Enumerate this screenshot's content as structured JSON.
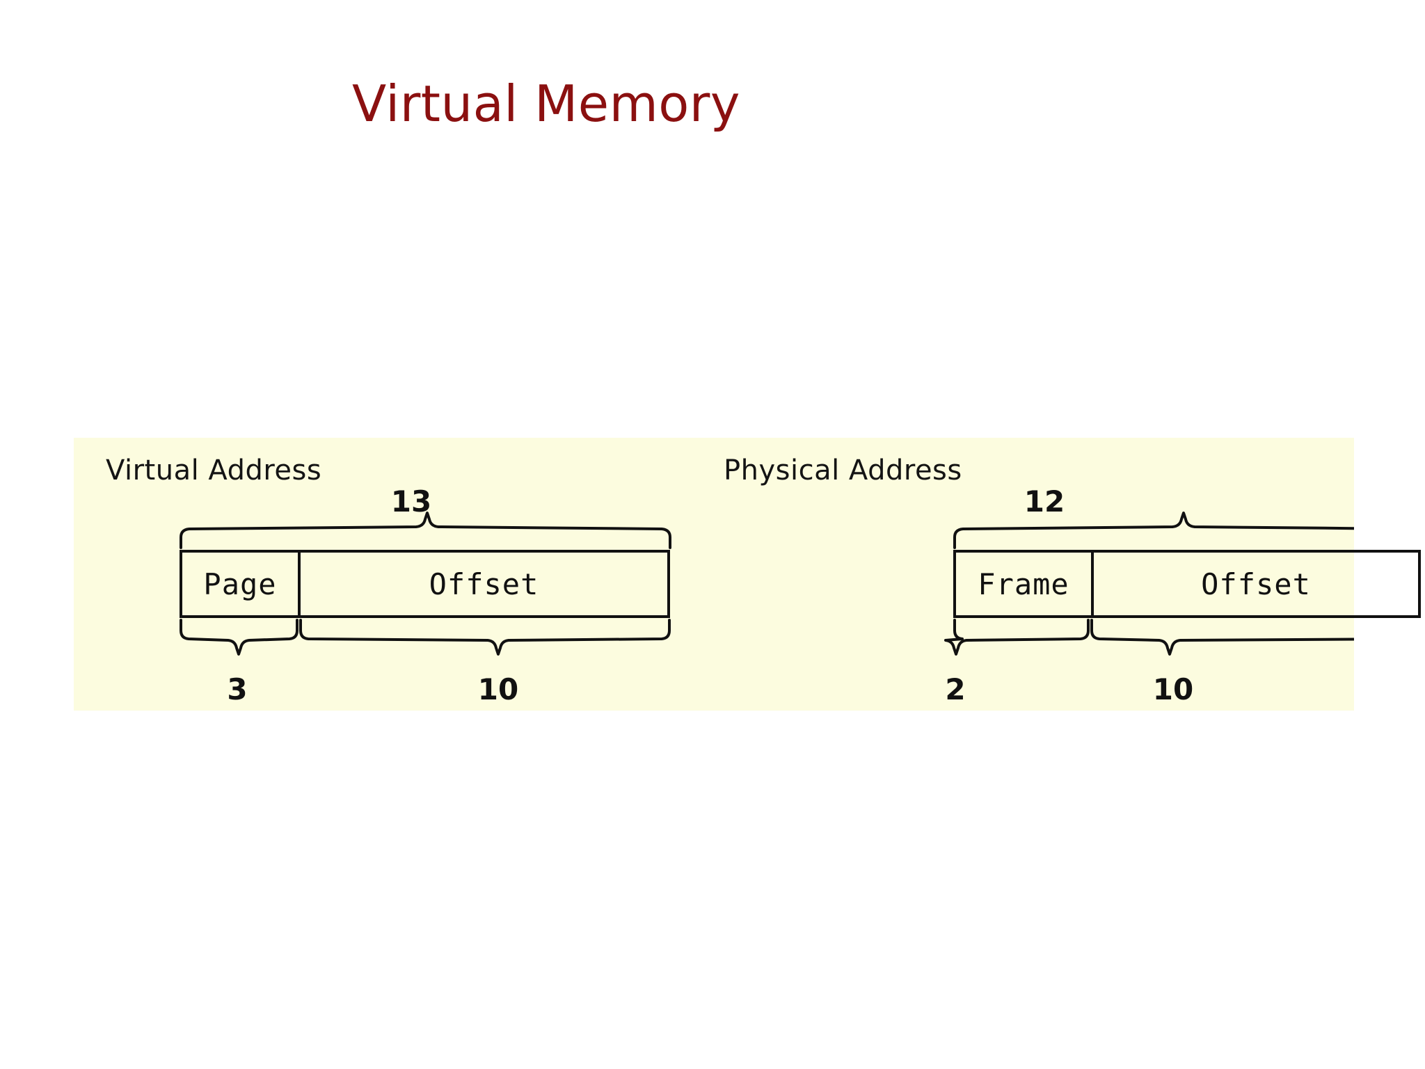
{
  "slide": {
    "title": "Virtual Memory",
    "title_color": "#8b1010",
    "background_color": "#ffffff"
  },
  "diagram": {
    "panel_background_color": "#fcfcdf",
    "line_color": "#111111",
    "groups": [
      {
        "id": "virtual-address",
        "label": "Virtual Address",
        "total_bits": "13",
        "fields": [
          {
            "name": "page",
            "label": "Page",
            "bits": "3"
          },
          {
            "name": "offset",
            "label": "Offset",
            "bits": "10"
          }
        ]
      },
      {
        "id": "physical-address",
        "label": "Physical Address",
        "total_bits": "12",
        "fields": [
          {
            "name": "frame",
            "label": "Frame",
            "bits": "2"
          },
          {
            "name": "offset",
            "label": "Offset",
            "bits": "10"
          }
        ]
      }
    ]
  }
}
